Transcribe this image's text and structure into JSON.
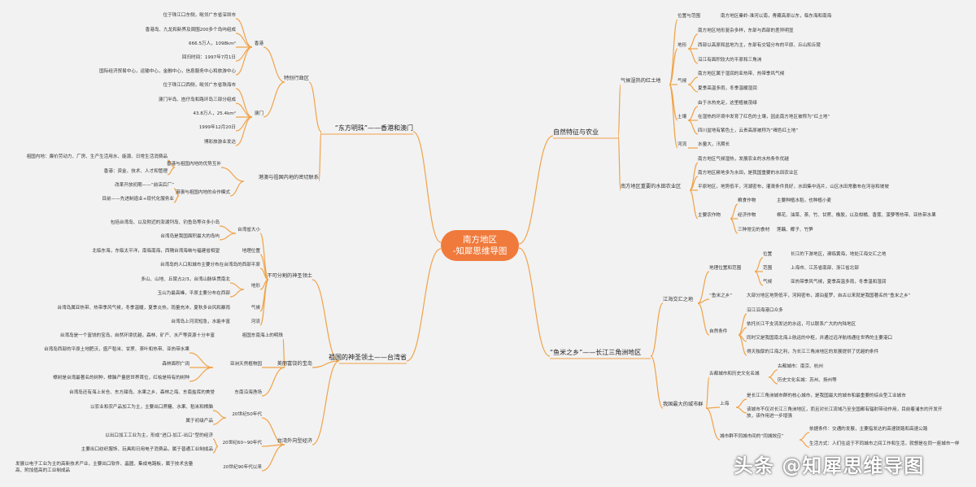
{
  "root": {
    "line1": "南方地区",
    "line2": "-知犀思维导图"
  },
  "watermark": "头条 @知犀思维导图",
  "right": {
    "nature": {
      "title": "自然特征与农业",
      "climate_group": "气候湿热的红土地",
      "location_label": "位置与范围",
      "location_text": "南方地区秦岭-淮河以南，青藏高原以东，临东海和南海",
      "terrain_label": "地形",
      "terrain_1": "南方地区地形复杂多样，东部与西部的差异明显",
      "terrain_2": "西部以高原和盆地为主，东部有交错分布的平原、丘山和丘陵",
      "terrain_3": "沿江有面积较大的平原和三角洲",
      "climate_label": "气候",
      "climate_1": "南方地区属于湿润的亚热带、热带季风气候",
      "climate_2": "夏季高温多雨，冬季温暖湿润",
      "soil_label": "土壤",
      "soil_1": "由于水热充足，这里植被茂绿",
      "soil_2": "在湿热的环境中发育了红色的土壤，因此南方地区被称为“红土地”",
      "soil_3": "四川盆地有紫色土，云贵高原被称为“褐色红土地”",
      "river_label": "河流",
      "river_text": "水量大，汛期长",
      "paddy_group": "南方地区重要的水田农业区",
      "paddy_1": "南方地区气候湿热，发展农业的水热条件优越",
      "paddy_2": "南方地区耕地多为水田，是我国重要的水田农业区",
      "paddy_3": "平原地区，地势低平，河湖密布，灌溉条件良好，水田集中连片，山区水田常散布在河谷和坡坡",
      "crops_label": "主要农作物",
      "crops_food_label": "粮食作物",
      "crops_food": "主要种植水稻，也种植小麦",
      "crops_cash_label": "经济作物",
      "crops_cash": "棉花、油菜、茶、竹、甘蔗、橡胶，以及柑橘、香蕉、菠萝等热带、亚热带水果",
      "crops_special_label": "三种常见的食材",
      "crops_special": "莲藕、椰子、竹笋"
    },
    "yangtze": {
      "title": "“鱼米之乡”——长江三角洲地区",
      "hub": "江海交汇之地",
      "geo_label": "地理位置和范围",
      "pos_label": "位置",
      "pos_text": "长江的下游地区，濒临黄海，地处江海交汇之地",
      "range_label": "范围",
      "range_text": "上海市、江苏省南部、浙江省北部",
      "clim_label": "气候",
      "clim_text": "亚热带季风气候，夏季高温多雨，冬季温和湿润",
      "fish_label": "“鱼米之乡”",
      "fish_text": "大部分地区地势低平，河网密布，湖泊星罗，自古以来就是我国著名的“鱼米之乡”",
      "cond_label": "自然条件",
      "cond_1": "沿江沿海港口众多",
      "cond_2": "依托长江干支流发达的水运，可以联系广大的内陆地区",
      "cond_3": "同时又是我国南北海上航运的中枢，并通过远洋航线通往世界的主要港口",
      "cond_4": "得天独厚的江海之利，为长江三角洲地区的发展提供了优越的条件",
      "city_group": "我国最大的城市群",
      "ancient_label": "古都城市和历史文化名城",
      "ancient_1": "古都城市：南京、杭州",
      "ancient_2": "历史文化名城：苏州、扬州等",
      "shanghai_label": "上海",
      "shanghai_1": "是长江三角洲城市群的核心城市，是我国最大的城市和最重要的综合型工业城市",
      "shanghai_2": "该城市不仅对长江三角洲地区，而且对长江流域乃至全国都有辐射带动作用，目前着浦东的开发开放，该作用进一步增强",
      "sync_label": "城市群不同城市间的“同城效应”",
      "sync_1": "依据条件：交通的发展，主要指发达的高速铁路和高速公路",
      "sync_2": "生活方式：人们往返于不同城市之间工作和生活，就想是在同一座城市一样"
    }
  },
  "left": {
    "hk": {
      "title": "“东方明珠”——香港和澳门",
      "sar": "特别行政区",
      "hk_label": "香港",
      "hk_1": "位于珠江口东侧，毗邻广东省深圳市",
      "hk_2": "香港岛、九龙和新界及周围200多个岛屿组成",
      "hk_3": "666.5万人，1098km²",
      "hk_4": "回归时间：1997年7月1日",
      "hk_5": "国际经济贸易中心，运输中心，金融中心，信息服务中心和旅游中心",
      "mo_label": "澳门",
      "mo_1": "位于珠江口西侧，毗邻广东省珠海市",
      "mo_2": "澳门半岛、凼仔岛和路环岛三部分组成",
      "mo_3": "43.8万人，25.4km²",
      "mo_4": "1999年12月20日",
      "mo_5": "博彩旅游业发达",
      "ties": "港澳与祖国内地的密切联系",
      "adv_label": "香港与祖国内地的优势互补",
      "adv_1": "祖国内地：廉价劳动力、厂房、生产生活用水、能源、日常生活消费品",
      "adv_2": "香港：资金、技术、人才和管理",
      "coop_label": "港澳与祖国内地的合作模式",
      "coop_1": "改革开放初期——“前店后厂”",
      "coop_2": "目前——先进制造业+现代化服务业"
    },
    "tw": {
      "title": "祖国的神圣领土——台湾省",
      "inseparable": "不可分割的神圣领土",
      "size_label": "台湾省大小",
      "size_1": "包括台湾岛、以及附近的澎湖列岛、钓鱼岛等许多小岛",
      "size_2": "台湾岛是我国面积最大的岛屿",
      "loc_label": "地理位置",
      "loc_text": "北临东海，东临太平洋，南临南海，西隔台湾海峡与福建省相望",
      "pop_text": "台湾岛的人口和城市主要分布在台湾岛的西部平原",
      "terrain_label": "地形",
      "terrain_1": "多山、山地、丘陵占2/3，台湾山脉纵贯南北",
      "terrain_2": "玉山为最高峰，平原主要分布在西部",
      "climate_label": "气候",
      "climate_text": "台湾岛属亚热带、热带季风气候，冬季温暖，夏季炎热，雨量充沛，夏秋多台风和暴雨",
      "river_label": "河流",
      "river_text": "台湾岛上河流短急，水能丰富",
      "treasure": "美丽富饶的宝岛",
      "treasure_label": "祖国东南海上的明珠",
      "treasure_text": "台湾岛是一个富饶的宝岛，自然环境优越，森林、矿产、水产等资源十分丰富",
      "forest_label": "亚洲天然植物园",
      "forest_1": "台湾岛西部的平原土地肥沃，盛产稻米、甘蔗、茶叶和热带、亚热带水果",
      "forest_2": "森林面积广阔",
      "forest_3": "樟树是台湾最著名的树种，樟脑产量居世界首位，红桧是特有的树种",
      "fish_label": "东南沿海渔场",
      "fish_text": "台湾岛还有海上米仓、东方甜岛、水果之乡、森林之海、东南盐库的美誉",
      "econ": "台湾外向型经济",
      "e50_label": "20世纪50年代",
      "e50_1": "以农业和农产品加工为主，主要出口蔗糖、水果、稻米和樟脑",
      "e50_2": "属于初级产品",
      "e60_label": "20世纪60~90年代",
      "e60_1": "以出口加工工业为主，形成“进口-加工-出口”型的经济",
      "e60_2": "主要出口纺织服饰、玩具和日用电子消费品，属于普通工业制成品",
      "e90_label": "20世纪90年代以来",
      "e90_1": "发展以电子工业为主的高新技术产业，主要出口软件、晶圆、集成电路板，属于技术含量高、附加值高的工业制成品"
    }
  }
}
